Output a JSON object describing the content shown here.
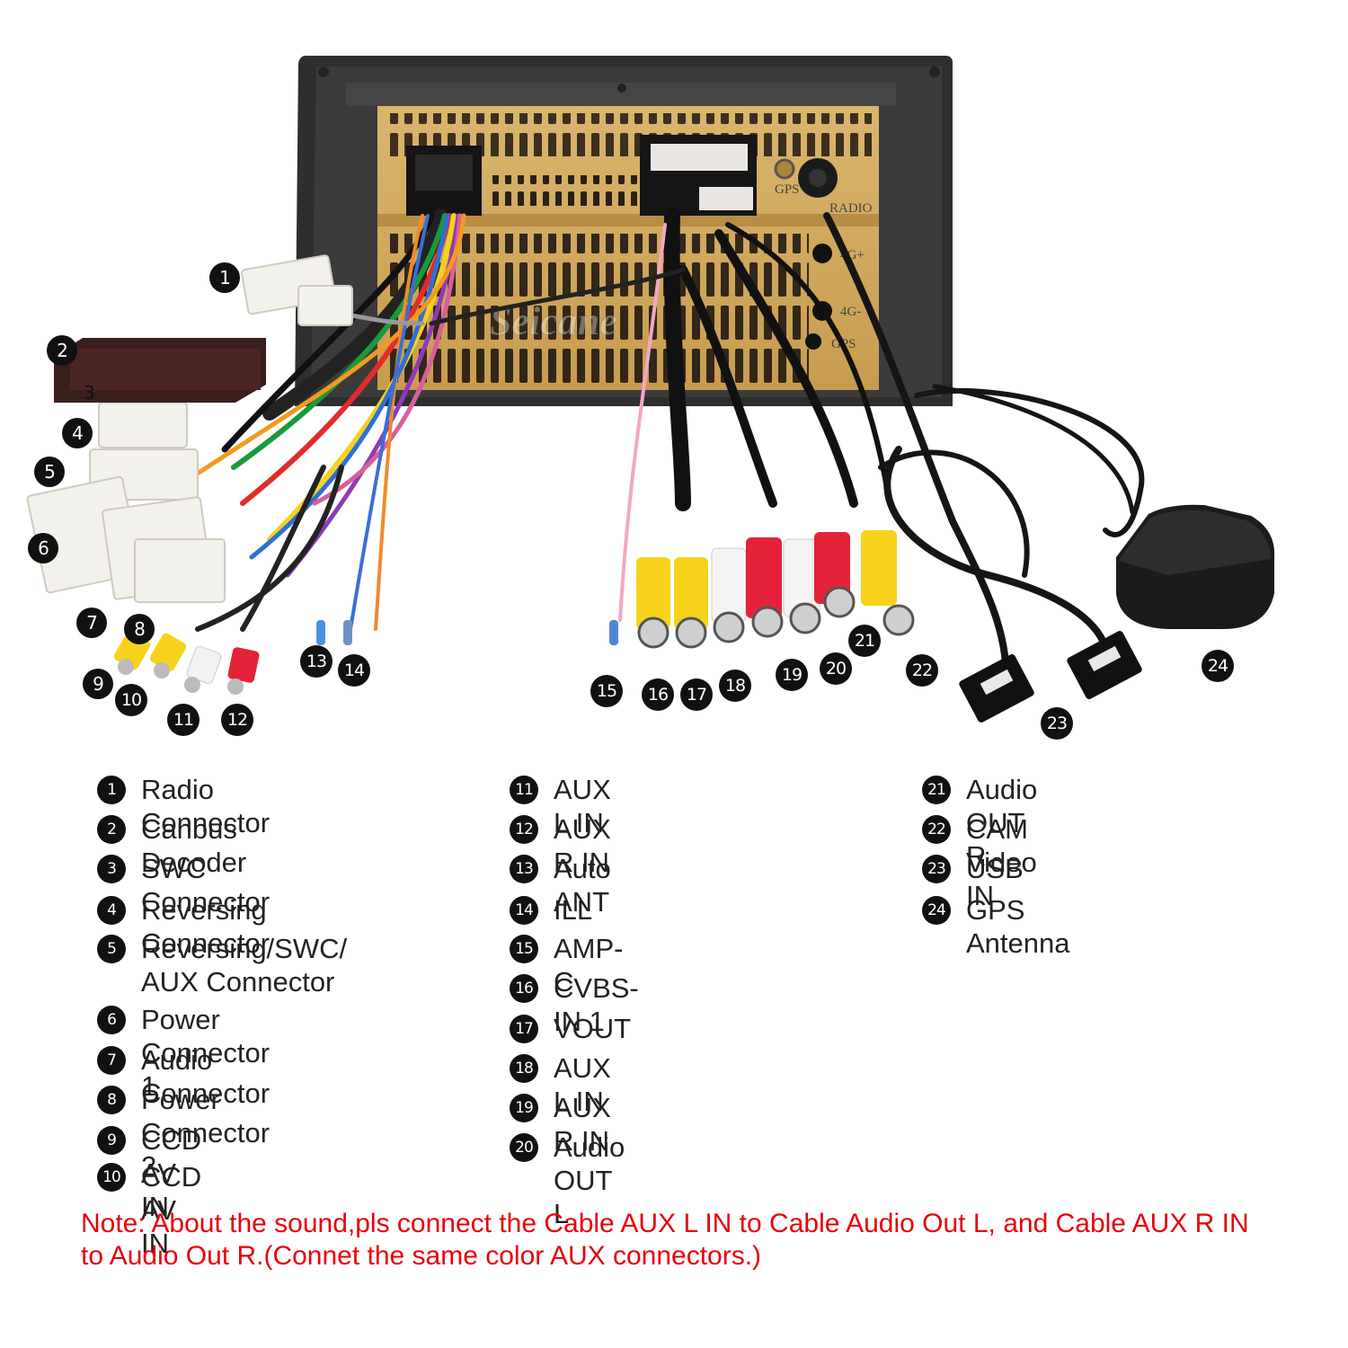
{
  "photo": {
    "watermark": "Seicane",
    "port_labels": [
      "GPS",
      "RADIO",
      "4G+",
      "4G-",
      "GPS"
    ]
  },
  "callouts": [
    {
      "n": "1"
    },
    {
      "n": "2"
    },
    {
      "n": "3"
    },
    {
      "n": "4"
    },
    {
      "n": "5"
    },
    {
      "n": "6"
    },
    {
      "n": "7"
    },
    {
      "n": "8"
    },
    {
      "n": "9"
    },
    {
      "n": "10"
    },
    {
      "n": "11"
    },
    {
      "n": "12"
    },
    {
      "n": "13"
    },
    {
      "n": "14"
    },
    {
      "n": "15"
    },
    {
      "n": "16"
    },
    {
      "n": "17"
    },
    {
      "n": "18"
    },
    {
      "n": "19"
    },
    {
      "n": "20"
    },
    {
      "n": "21"
    },
    {
      "n": "22"
    },
    {
      "n": "23"
    },
    {
      "n": "24"
    }
  ],
  "legend": {
    "col1": [
      {
        "n": "1",
        "label": "Radio Connector"
      },
      {
        "n": "2",
        "label": "Canbus Decoder"
      },
      {
        "n": "3",
        "label": "SWC Connector"
      },
      {
        "n": "4",
        "label": "Reversing Connector"
      },
      {
        "n": "5",
        "label": "Reversing/SWC/\nAUX Connector"
      },
      {
        "n": "6",
        "label": "Power Connector 1"
      },
      {
        "n": "7",
        "label": "Audio Connector"
      },
      {
        "n": "8",
        "label": "Power Connector 2"
      },
      {
        "n": "9",
        "label": "CCD AV IN"
      },
      {
        "n": "10",
        "label": "CCD AV IN"
      }
    ],
    "col2": [
      {
        "n": "11",
        "label": "AUX L IN"
      },
      {
        "n": "12",
        "label": "AUX R IN"
      },
      {
        "n": "13",
        "label": "Auto ANT"
      },
      {
        "n": "14",
        "label": "ILL"
      },
      {
        "n": "15",
        "label": "AMP-C"
      },
      {
        "n": "16",
        "label": "CVBS-IN 1"
      },
      {
        "n": "17",
        "label": "VOUT"
      },
      {
        "n": "18",
        "label": "AUX L IN"
      },
      {
        "n": "19",
        "label": "AUX R IN"
      },
      {
        "n": "20",
        "label": "Audio OUT L"
      }
    ],
    "col3": [
      {
        "n": "21",
        "label": "Audio OUT R"
      },
      {
        "n": "22",
        "label": "CAM Video IN"
      },
      {
        "n": "23",
        "label": "USB"
      },
      {
        "n": "24",
        "label": "GPS Antenna"
      }
    ]
  },
  "note": "Note: About the sound,pls connect the Cable AUX L IN to Cable Audio Out L, and Cable AUX R IN to  Audio Out R.(Connet the same color AUX connectors.)"
}
